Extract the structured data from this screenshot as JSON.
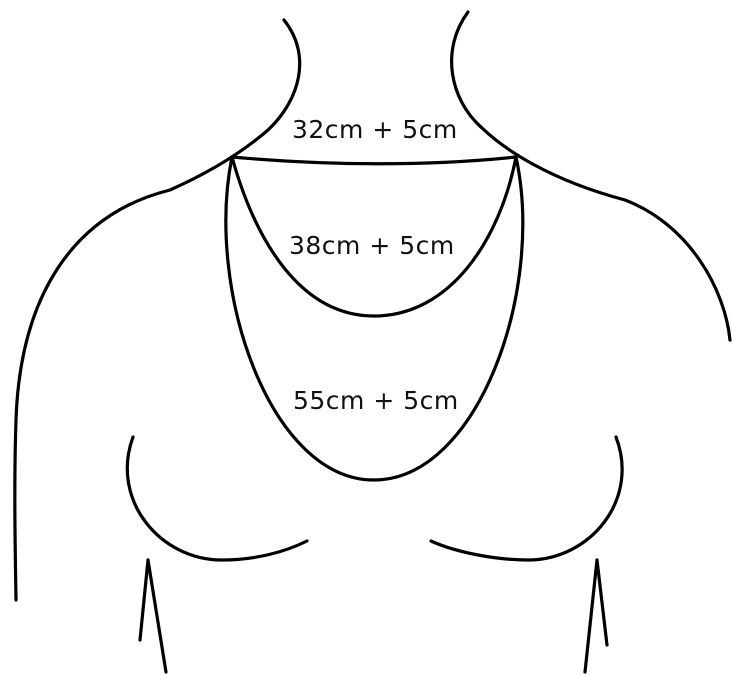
{
  "labels": {
    "short": "32cm + 5cm",
    "medium": "38cm + 5cm",
    "long": "55cm + 5cm"
  },
  "colors": {
    "line": "#000000",
    "background": "#ffffff"
  }
}
